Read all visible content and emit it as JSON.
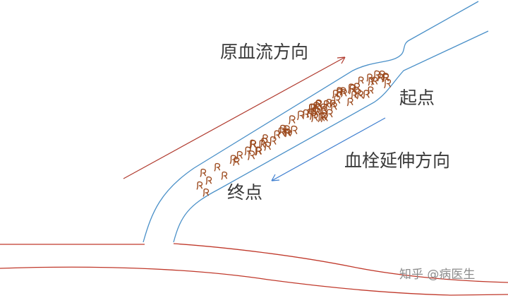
{
  "labels": {
    "original_flow": "原血流方向",
    "start_point": "起点",
    "extension_direction": "血栓延伸方向",
    "end_point": "终点"
  },
  "watermark": "知乎 @病医生",
  "colors": {
    "vessel_blue": "#4a90c8",
    "vessel_red": "#c0392b",
    "arrow_red": "#b03a2e",
    "arrow_blue": "#3f7fd0",
    "thrombus": "#9c4a1e",
    "text": "#3a3a3a",
    "watermark": "#8c8c8c"
  }
}
